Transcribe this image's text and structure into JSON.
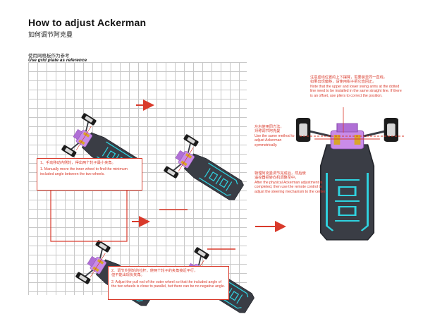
{
  "header": {
    "title": "How to adjust Ackerman",
    "subtitle": "如何调节阿克曼"
  },
  "grid_label": {
    "cn": "使用网格板作为参考",
    "en": "Use grid plate as reference"
  },
  "notes": {
    "step1_cn": "1、手动移动内侧轮，得出两个轮子最小夹角。",
    "step1_en": "1. Manually move the inner wheel to find the minimum included angle between the two wheels.",
    "step2_cn_1": "2、调节外侧轮的拉杆，使两个轮子的夹角接近平行，",
    "step2_cn_2": "但不能出现负夹角。",
    "step2_en": "2. Adjust the pull rod of the outer wheel so that the included angle of the two wheels is close to parallel, but there can be no negative angle.",
    "swing_cn_1": "注意虚线位置的上下摆臂，需要装至同一直线，",
    "swing_cn_2": "如果出现偏移，请使用钳子把它直回正。",
    "swing_en": "Note that the upper and lower swing arms at the dotted line need to be installed in the same straight line. If there is an offset, use pliers to correct the position.",
    "symm_cn_1": "左右使用同方法，",
    "symm_cn_2": "对称调节阿克曼",
    "symm_en": "Use the same method to adjust Ackerman symmetrically.",
    "remote_cn_1": "物理阿克曼调节完成后，然后使",
    "remote_cn_2": "遥控器把转向机调整至中。",
    "remote_en": "After the physical Ackerman adjustment is completed, then use the remote control to adjust the steering mechanism to the center."
  },
  "colors": {
    "accent_red": "#d93a2b",
    "chassis": "#3a3d45",
    "chassis_dark": "#23252b",
    "cyan": "#2fd3e0",
    "purple": "#c98be8",
    "gold": "#d9a52a",
    "tire": "#1c1c1c",
    "rim": "#d7d7d7"
  }
}
